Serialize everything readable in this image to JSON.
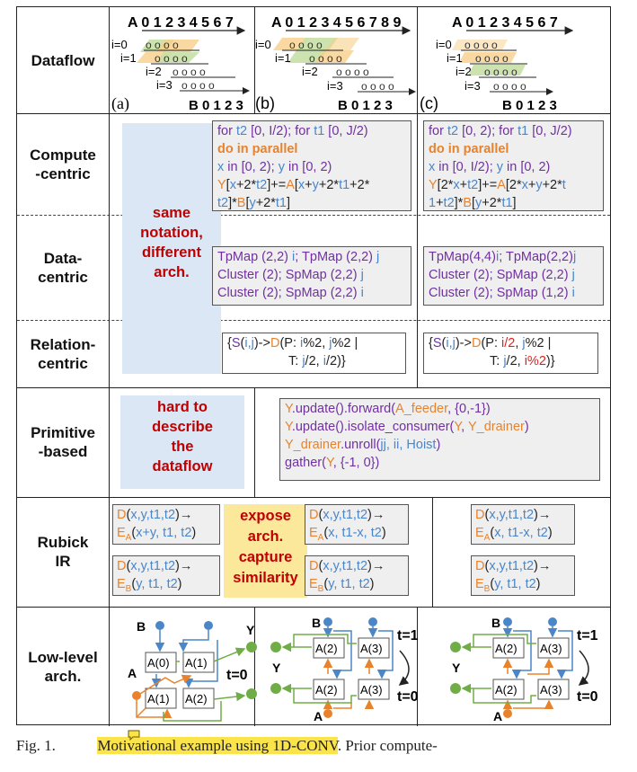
{
  "row_labels": {
    "dataflow": "Dataflow",
    "compute": "Compute\n-centric",
    "data": "Data-\ncentric",
    "relation": "Relation-\ncentric",
    "primitive": "Primitive\n-based",
    "rubick": "Rubick\nIR",
    "lowlevel": "Low-level\narch."
  },
  "dataflow": {
    "a": {
      "label": "(a)",
      "axisA": "A 0 1 2 3 4 5 6 7",
      "axisB": "B 0 1 2 3",
      "rows": [
        "i=0",
        "i=1",
        "i=2",
        "i=3"
      ]
    },
    "b": {
      "label": "(b)",
      "axisA": "A 0 1 2 3 4 5 6 7 8 9",
      "axisB": "B 0 1 2 3",
      "rows": [
        "i=0",
        "i=1",
        "i=2",
        "i=3"
      ]
    },
    "c": {
      "label": "(c)",
      "axisA": "A 0 1 2 3 4 5 6 7",
      "axisB": "B 0 1 2 3",
      "rows": [
        "i=0",
        "i=1",
        "i=2",
        "i=3"
      ]
    }
  },
  "same_notation": "same\nnotation,\ndifferent\narch.",
  "hard_to_describe": "hard to\ndescribe\nthe\ndataflow",
  "expose": "expose\narch.\ncapture\nsimilarity",
  "compute_b": {
    "l1": [
      "for ",
      "t2",
      " [0, I/2); for ",
      "t1",
      " [0, J/2)"
    ],
    "l2": "do in parallel",
    "l3": [
      "x",
      " in [0, 2); ",
      "y",
      " in [0, 2)"
    ],
    "l4": [
      "Y",
      "[",
      "x",
      "+2*",
      "t2",
      "]+=",
      "A",
      "[",
      "x",
      "+",
      "y",
      "+2*",
      "t1",
      "+2*"
    ],
    "l5": [
      "t2",
      "]*",
      "B",
      "[",
      "y",
      "+2*",
      "t1",
      "]"
    ]
  },
  "compute_c": {
    "l1": [
      "for ",
      "t2",
      " [0, 2); for ",
      "t1",
      " [0, J/2)"
    ],
    "l2": "do in parallel",
    "l3": [
      "x",
      " in [0, I/2); ",
      "y",
      " in [0, 2)"
    ],
    "l4": [
      "Y",
      "[2*",
      "x",
      "+",
      "t2",
      "]+=",
      "A",
      "[2*",
      "x",
      "+",
      "y",
      "+2*",
      "t"
    ],
    "l5": [
      "1",
      "+",
      "t2",
      "]*",
      "B",
      "[",
      "y",
      "+2*",
      "t1",
      "]"
    ]
  },
  "data_b": {
    "l1": [
      "TpMap (2,2) ",
      "i",
      "; TpMap (2,2) ",
      "j"
    ],
    "l2": [
      "Cluster (2); SpMap (2,2) ",
      "j"
    ],
    "l3": [
      "Cluster (2); SpMap (2,2) ",
      "i"
    ]
  },
  "data_c": {
    "l1": [
      "TpMap(4,4)",
      "i",
      "; TpMap(2,2)",
      "j"
    ],
    "l2": [
      "Cluster (2); SpMap (2,2) ",
      "j"
    ],
    "l3": [
      "Cluster (2); SpMap (1,2) ",
      "i"
    ]
  },
  "relation_b": {
    "l1": [
      "{",
      "S",
      "(",
      "i,j",
      ")->",
      "D",
      "(P: ",
      "i",
      "%2, ",
      "j",
      "%2 |"
    ],
    "l2": [
      "T: ",
      "j",
      "/2, ",
      "i",
      "/2)}"
    ]
  },
  "relation_c": {
    "l1": [
      "{",
      "S",
      "(",
      "i,j",
      ")->",
      "D",
      "(P: ",
      "i/2",
      ", ",
      "j",
      "%2 |"
    ],
    "l2": [
      "T: ",
      "j",
      "/2, ",
      "i%2",
      ")}"
    ]
  },
  "primitive": {
    "l1": [
      "Y",
      ".update().forward(",
      "A_feeder",
      ", {0,-1})"
    ],
    "l2": [
      "Y",
      ".update().isolate_consumer(",
      "Y",
      ", ",
      "Y_drainer",
      ")"
    ],
    "l3": [
      "Y_drainer",
      ".unroll(",
      "jj, ii, Hoist",
      ")"
    ],
    "l4": [
      "gather(",
      "Y",
      ", {-1, 0})"
    ]
  },
  "ir_a": {
    "e1": [
      "D",
      "(",
      "x,y,t1,t2",
      ")→"
    ],
    "e1b": [
      "E",
      "A",
      "(",
      "x+y, t1, t2",
      ")"
    ],
    "e2": [
      "D",
      "(",
      "x,y,t1,t2",
      ")→"
    ],
    "e2b": [
      "E",
      "B",
      "(",
      "y, t1, t2",
      ")"
    ]
  },
  "ir_b": {
    "e1": [
      "D",
      "(",
      "x,y,t1,t2",
      ")→"
    ],
    "e1b": [
      "E",
      "A",
      "(",
      "x, t1-x, t2",
      ")"
    ],
    "e2": [
      "D",
      "(",
      "x,y,t1,t2",
      ")→"
    ],
    "e2b": [
      "E",
      "B",
      "(",
      "y, t1, t2",
      ")"
    ]
  },
  "ir_c": {
    "e1": [
      "D",
      "(",
      "x,y,t1,t2",
      ")→"
    ],
    "e1b": [
      "E",
      "A",
      "(",
      "x, t1-x, t2",
      ")"
    ],
    "e2": [
      "D",
      "(",
      "x,y,t1,t2",
      ")→"
    ],
    "e2b": [
      "E",
      "B",
      "(",
      "y, t1, t2",
      ")"
    ]
  },
  "arch": {
    "a": {
      "pe": [
        "A(0)",
        "A(1)",
        "A(1)",
        "A(2)"
      ],
      "B": "B",
      "A": "A",
      "Y": "Y",
      "t": "t=0"
    },
    "b": {
      "pe": [
        "A(2)",
        "A(3)",
        "A(2)",
        "A(3)"
      ],
      "B": "B",
      "A": "A",
      "Y": "Y",
      "t1": "t=1",
      "t0": "t=0"
    },
    "c": {
      "pe": [
        "A(2)",
        "A(3)",
        "A(2)",
        "A(3)"
      ],
      "B": "B",
      "A": "A",
      "Y": "Y",
      "t1": "t=1",
      "t0": "t=0"
    }
  },
  "caption": {
    "prefix": "Fig.   1.",
    "highlight": "Motivational   example   using   1D-CONV",
    "suffix": ".   Prior   compute-"
  },
  "colors": {
    "blue": "#4a86c8",
    "orange": "#e8822c",
    "purple": "#7030a0",
    "green": "#70ad47",
    "red": "#c00000"
  }
}
